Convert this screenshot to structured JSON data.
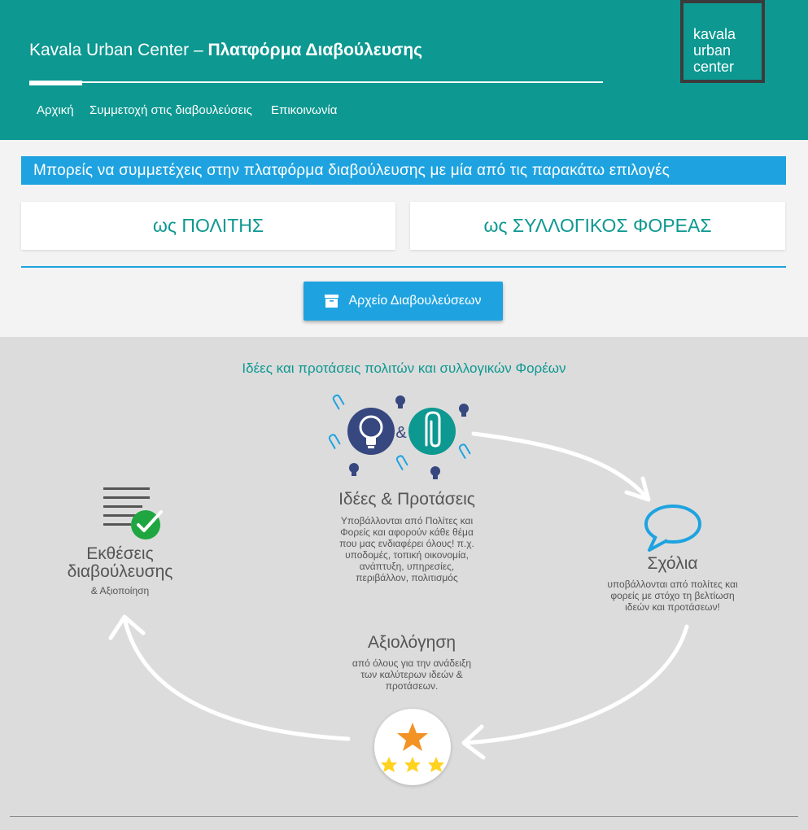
{
  "header": {
    "title_regular": "Kavala Urban Center – ",
    "title_bold": "Πλατφόρμα Διαβούλευσης",
    "nav": [
      {
        "label": "Αρχική"
      },
      {
        "label": "Συμμετοχή στις διαβουλεύσεις"
      },
      {
        "label": "Επικοινωνία"
      }
    ],
    "logo": [
      "kavala",
      "urban",
      "center"
    ]
  },
  "participation": {
    "banner": "Μπορείς να συμμετέχεις στην πλατφόρμα διαβούλευσης με μία από τις παρακάτω επιλογές",
    "citizen_label": "ως ΠΟΛΙΤΗΣ",
    "collective_label": "ως ΣΥΛΛΟΓΙΚΟΣ ΦΟΡΕΑΣ",
    "archive_label": "Αρχείο Διαβουλεύσεων"
  },
  "diagram": {
    "title": "Ιδέες και προτάσεις πολιτών και συλλογικών Φορέων",
    "ampersand": "&",
    "ideas": {
      "title": "Ιδέες & Προτάσεις",
      "desc": [
        "Υποβάλλονται από Πολίτες και",
        "Φορείς και αφορούν κάθε θέμα",
        "που μας ενδιαφέρει όλους! π.χ.",
        "υποδομές, τοπική οικονομία,",
        "ανάπτυξη, υπηρεσίες,",
        "περιβάλλον, πολιτισμός"
      ]
    },
    "comments": {
      "title": "Σχόλια",
      "desc": [
        "υποβάλλονται από πολίτες και",
        "φορείς με στόχο τη βελτίωση",
        "ιδεών και προτάσεων!"
      ]
    },
    "evaluation": {
      "title": "Αξιολόγηση",
      "desc": [
        "από όλους για την ανάδειξη",
        "των καλύτερων ιδεών &",
        "προτάσεων."
      ]
    },
    "reports": {
      "title_line1": "Εκθέσεις",
      "title_line2": "διαβούλευσης",
      "subtitle": "& Αξιοποίηση"
    }
  },
  "colors": {
    "teal": "#0d9891",
    "blue": "#1ea3e0",
    "navy": "#37477f",
    "orange": "#f39324",
    "yellow": "#ffd21f",
    "green": "#1fa640"
  }
}
